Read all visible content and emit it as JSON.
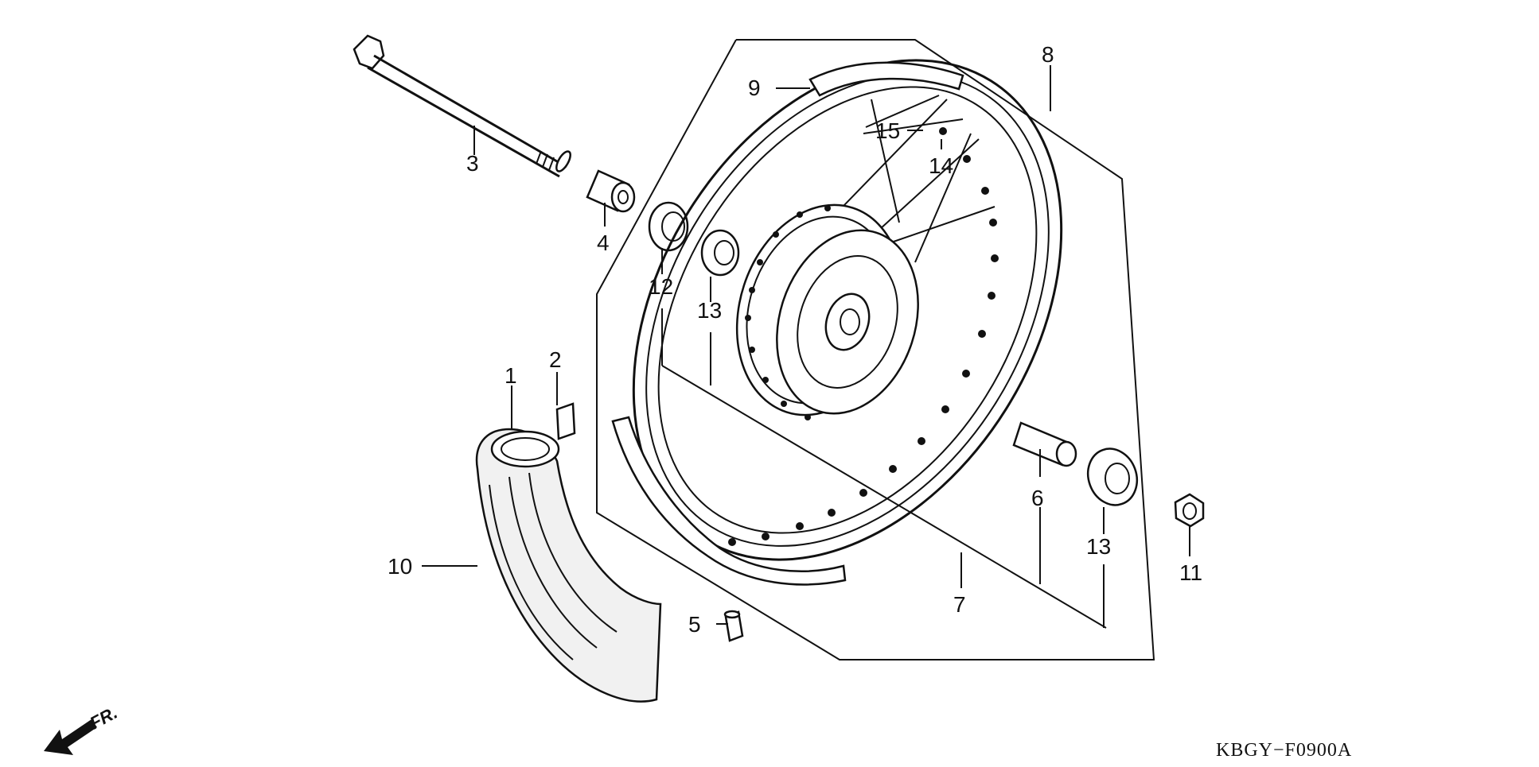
{
  "diagram": {
    "drawing_code": "KBGY−F0900A",
    "front_indicator": "FR.",
    "callouts": [
      "1",
      "2",
      "3",
      "4",
      "5",
      "6",
      "7",
      "8",
      "9",
      "10",
      "11",
      "12",
      "13",
      "13",
      "14",
      "15"
    ]
  }
}
